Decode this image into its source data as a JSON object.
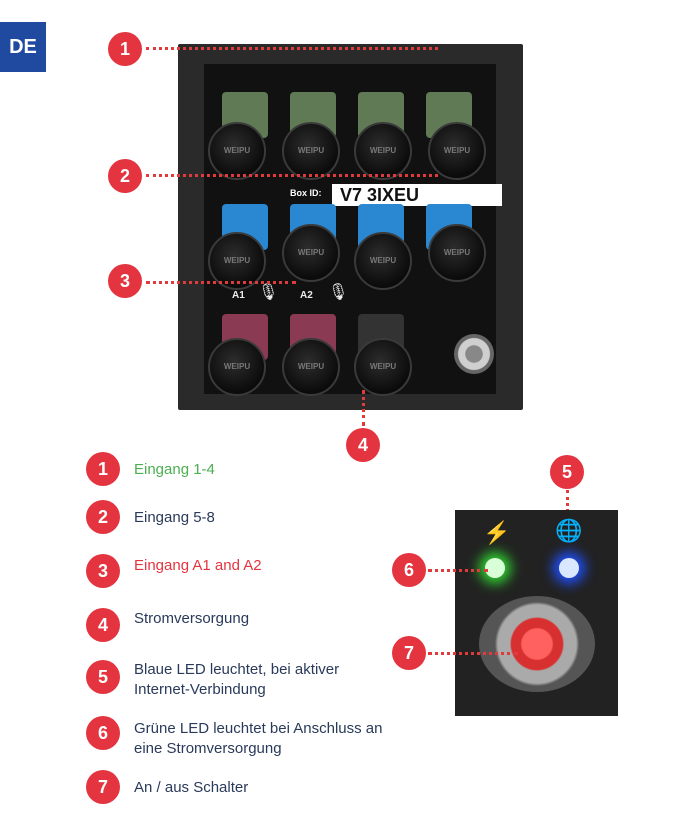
{
  "language_tag": "DE",
  "panel": {
    "box_id_label": "Box ID:",
    "box_id_value": "V7 3IXEU",
    "label_a1": "A1",
    "label_a2": "A2"
  },
  "legend": [
    {
      "number": "1",
      "text": "Eingang 1-4",
      "color": "#4caf50"
    },
    {
      "number": "2",
      "text": "Eingang 5-8",
      "color": "#2a3a5a"
    },
    {
      "number": "3",
      "text": "Eingang A1 and A2",
      "color": "#e3343f"
    },
    {
      "number": "4",
      "text": "Stromversorgung",
      "color": "#2a3a5a"
    },
    {
      "number": "5",
      "text": "Blaue LED leuchtet, bei aktiver Internet-Verbindung",
      "color": "#2a3a5a"
    },
    {
      "number": "6",
      "text": "Grüne LED leuchtet bei Anschluss an eine Stromversorgung",
      "color": "#2a3a5a"
    },
    {
      "number": "7",
      "text": "An / aus Schalter",
      "color": "#2a3a5a"
    }
  ],
  "callouts": [
    "1",
    "2",
    "3",
    "4",
    "5",
    "6",
    "7"
  ],
  "icons": [
    "battery-charging-icon",
    "globe-icon",
    "mic-icon",
    "power-icon"
  ]
}
